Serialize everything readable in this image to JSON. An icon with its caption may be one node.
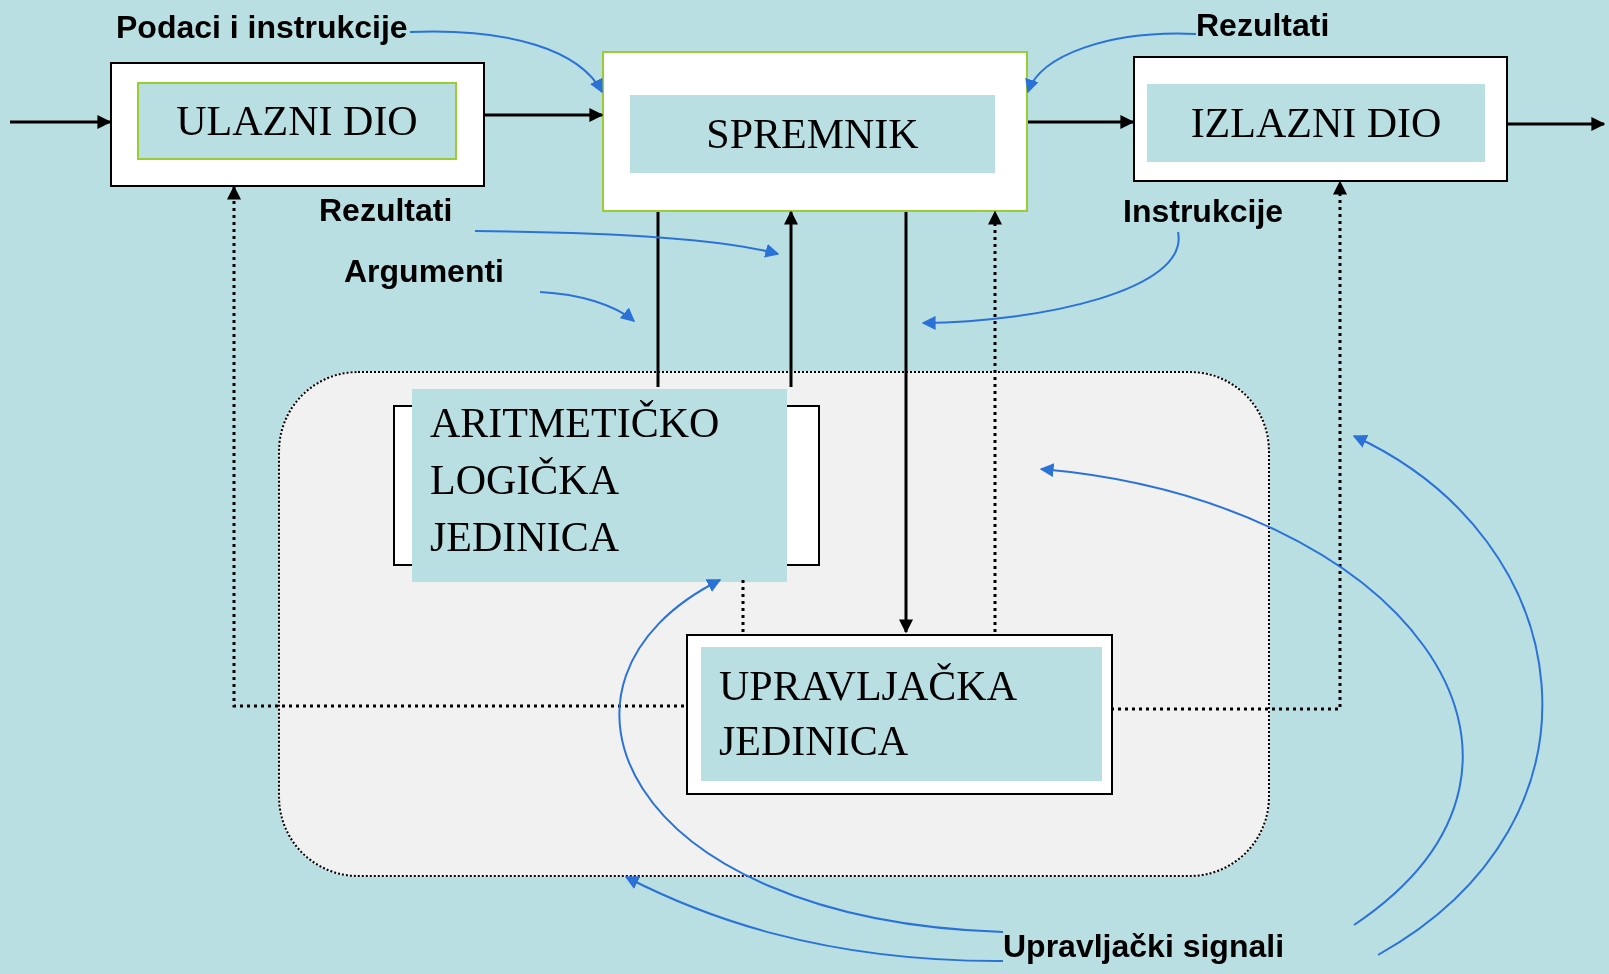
{
  "diagram": {
    "nodes": [
      {
        "text": [
          "ULAZNI DIO"
        ]
      },
      {
        "text": [
          "SPREMNIK"
        ]
      },
      {
        "text": [
          "IZLAZNI DIO"
        ]
      },
      {
        "text": [],
        "shape": "box"
      },
      {
        "text": [
          "ARITMETIČKO LOGIČKA JEDINICA"
        ],
        "in": 3
      },
      {
        "text": [
          "UPRAVLJAČKA JEDINICA"
        ],
        "in": 3
      },
      {
        "text": [
          "Podaci i instrukcije"
        ]
      },
      {
        "text": [
          "Rezultati"
        ]
      },
      {
        "text": [
          "Rezultati"
        ]
      },
      {
        "text": [
          "Argumenti"
        ]
      },
      {
        "text": [
          "Instrukcije"
        ]
      },
      {
        "text": [
          "Upravljački signali"
        ]
      }
    ],
    "edges": [
      {
        "from": null,
        "to": 0,
        "arrow": "to"
      },
      {
        "from": 0,
        "to": 1,
        "arrow": "to"
      },
      {
        "from": 1,
        "to": 2,
        "arrow": "to"
      },
      {
        "from": 2,
        "to": null,
        "arrow": "to"
      },
      {
        "from": 1,
        "to": 4,
        "arrow": "none"
      },
      {
        "from": 4,
        "to": 1,
        "arrow": "to"
      },
      {
        "from": 1,
        "to": 5,
        "arrow": "to"
      },
      {
        "from": 5,
        "to": 1,
        "arrow": "to",
        "style": "dashed"
      },
      {
        "from": 4,
        "to": 5,
        "arrow": "none",
        "style": "dashed"
      },
      {
        "from": 5,
        "to": 0,
        "arrow": "to",
        "style": "dashed"
      },
      {
        "from": 5,
        "to": 2,
        "arrow": "to",
        "style": "dashed"
      },
      {
        "from": 6,
        "to": 1,
        "arrow": "to",
        "color": "#2a72d8"
      },
      {
        "from": 7,
        "to": 1,
        "arrow": "to",
        "color": "#2a72d8"
      },
      {
        "from": 8,
        "to": null,
        "arrow": "to",
        "color": "#2a72d8"
      },
      {
        "from": 9,
        "to": null,
        "arrow": "to",
        "color": "#2a72d8"
      },
      {
        "from": 10,
        "to": null,
        "arrow": "to",
        "color": "#2a72d8"
      },
      {
        "from": 11,
        "to": 4,
        "arrow": "to",
        "color": "#2a72d8"
      },
      {
        "from": 11,
        "to": 3,
        "arrow": "to",
        "color": "#2a72d8"
      },
      {
        "from": 11,
        "to": null,
        "arrow": "to",
        "color": "#2a72d8"
      },
      {
        "from": 11,
        "to": null,
        "arrow": "to",
        "color": "#2a72d8"
      }
    ]
  }
}
